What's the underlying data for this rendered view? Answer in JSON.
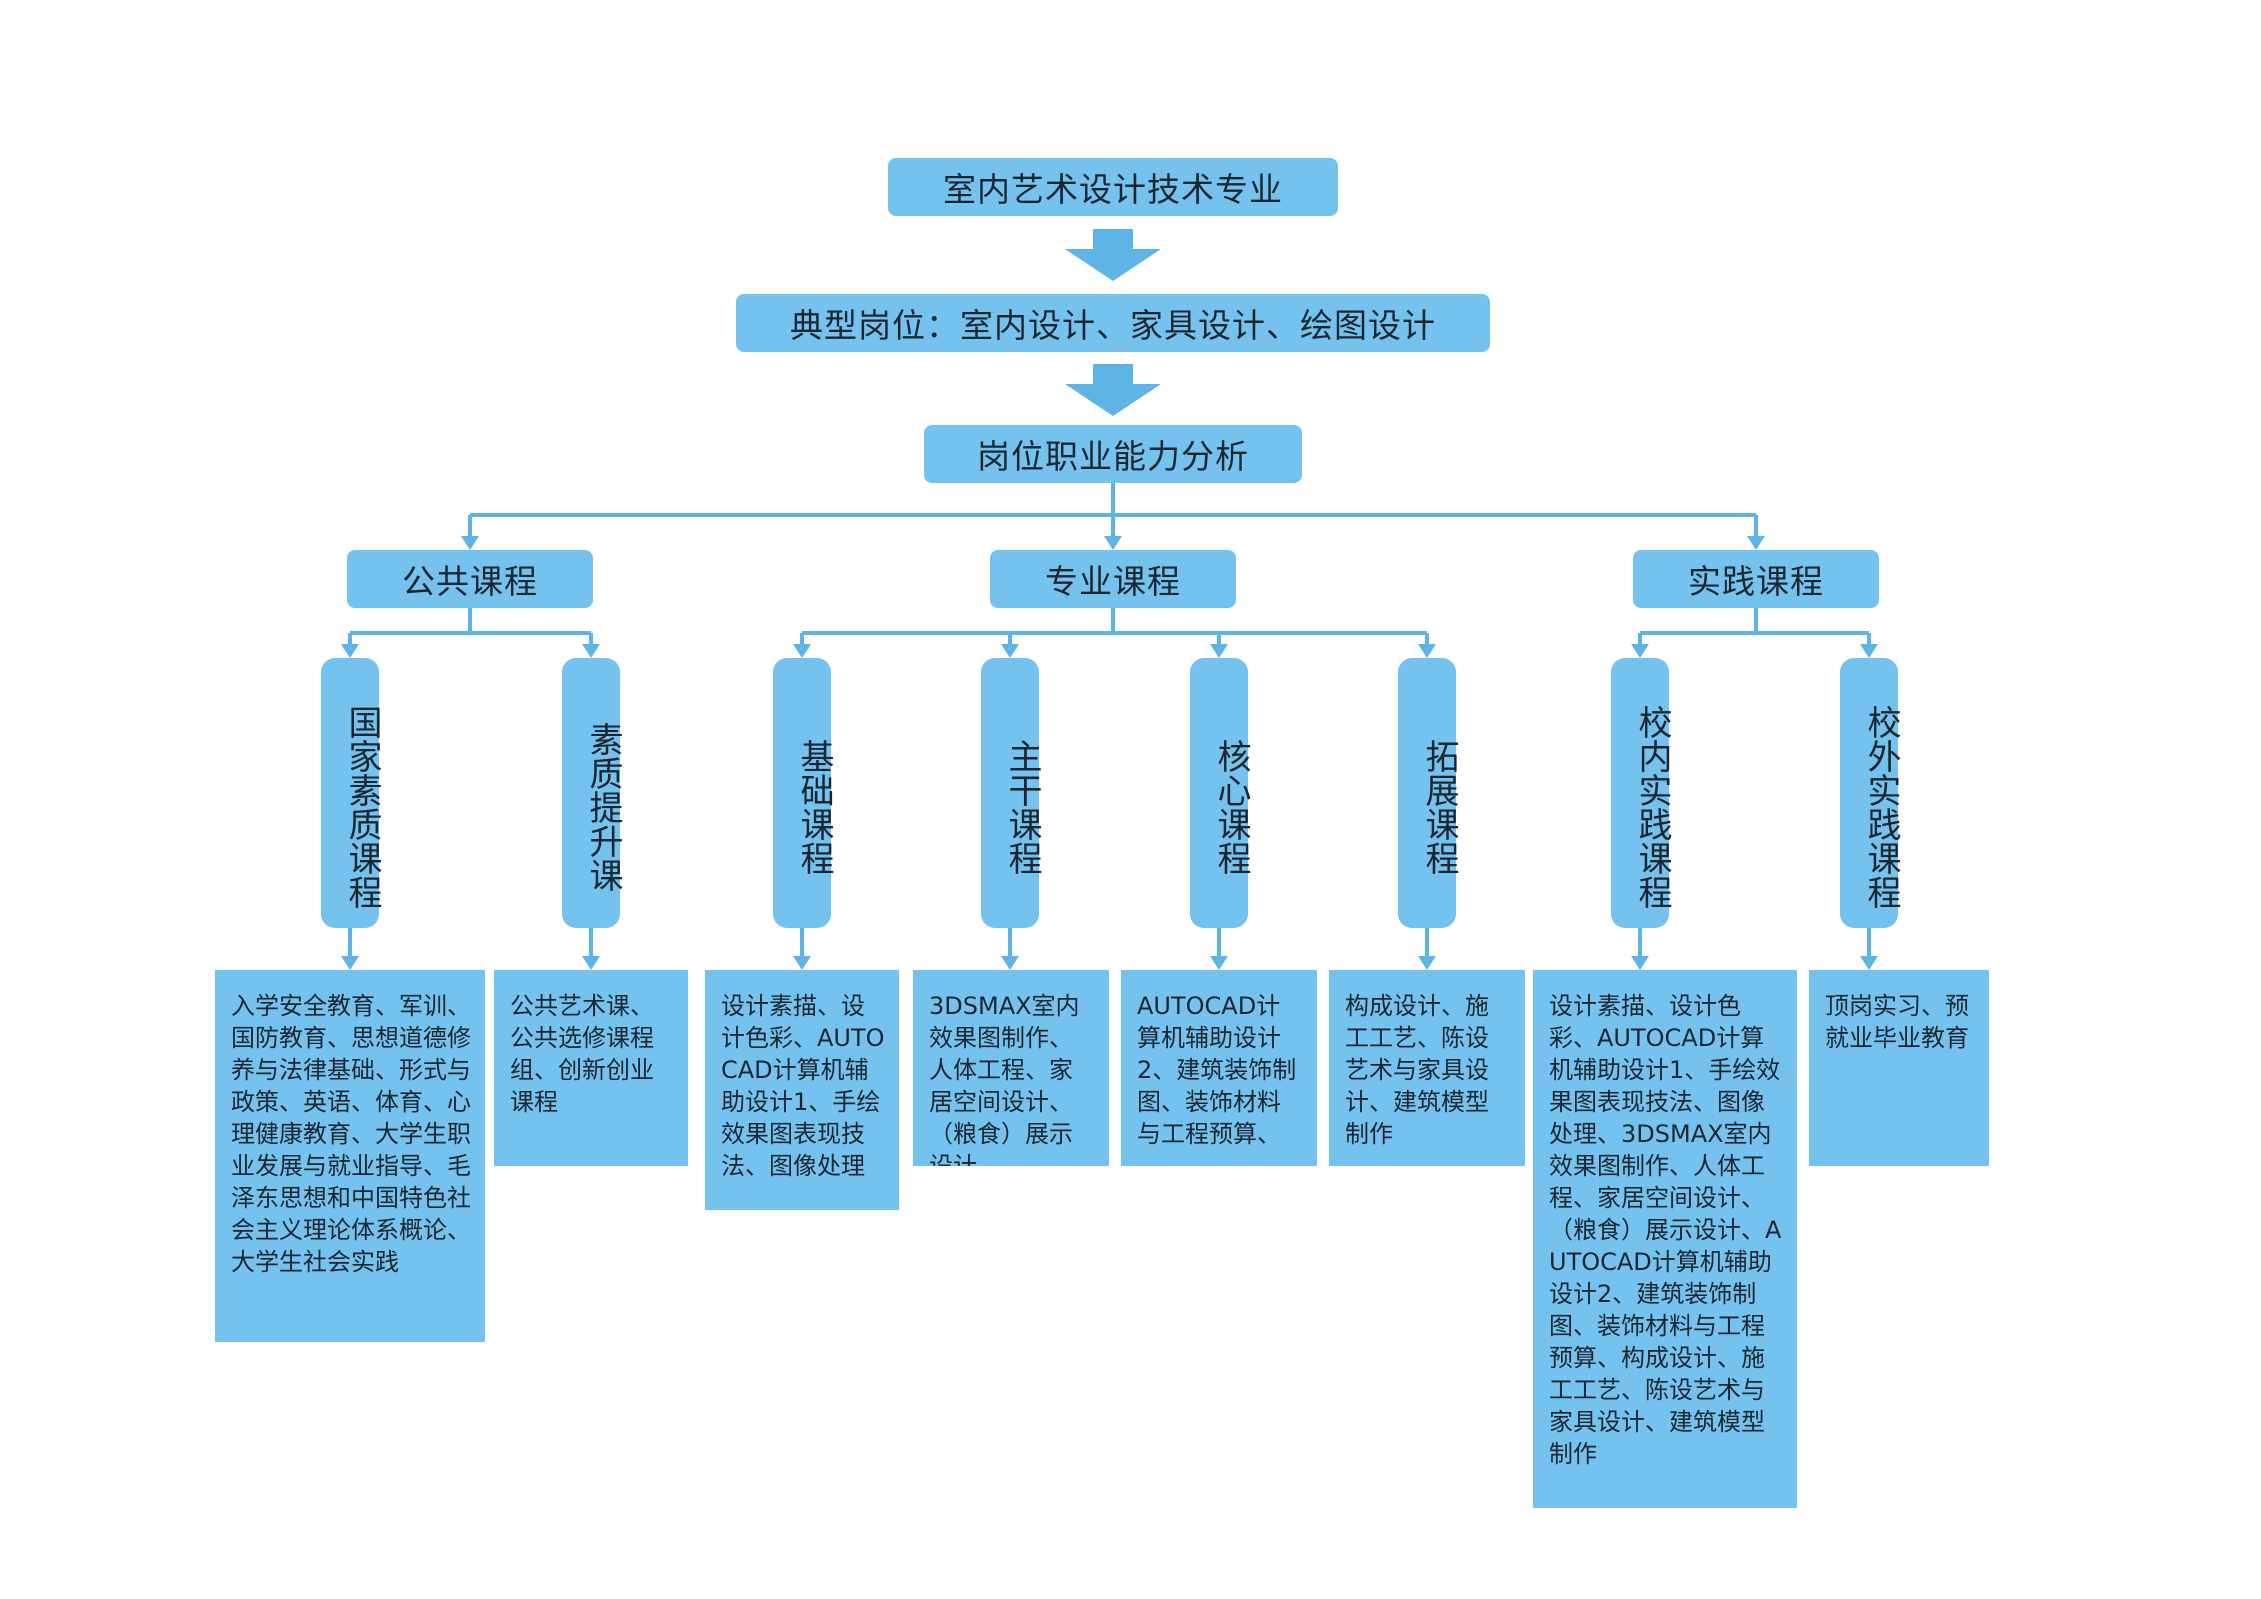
{
  "title": "室内艺术设计技术专业",
  "positions": "典型岗位：室内设计、家具设计、绘图设计",
  "analysis": "岗位职业能力分析",
  "categories": [
    {
      "label": "公共课程",
      "subs": [
        {
          "label": "国家素质课程",
          "desc": "入学安全教育、军训、国防教育、思想道德修养与法律基础、形式与政策、英语、体育、心理健康教育、大学生职业发展与就业指导、毛泽东思想和中国特色社会主义理论体系概论、大学生社会实践"
        },
        {
          "label": "素质提升课",
          "desc": "公共艺术课、公共选修课程组、创新创业课程"
        }
      ]
    },
    {
      "label": "专业课程",
      "subs": [
        {
          "label": "基础课程",
          "desc": "设计素描、设计色彩、AUTOCAD计算机辅助设计1、手绘效果图表现技法、图像处理"
        },
        {
          "label": "主干课程",
          "desc": "3DSMAX室内效果图制作、人体工程、家居空间设计、（粮食）展示设计"
        },
        {
          "label": "核心课程",
          "desc": "AUTOCAD计算机辅助设计2、建筑装饰制图、装饰材料与工程预算、"
        },
        {
          "label": "拓展课程",
          "desc": "构成设计、施工工艺、陈设艺术与家具设计、建筑模型制作"
        }
      ]
    },
    {
      "label": "实践课程",
      "subs": [
        {
          "label": "校内实践课程",
          "desc": "设计素描、设计色彩、AUTOCAD计算机辅助设计1、手绘效果图表现技法、图像处理、3DSMAX室内效果图制作、人体工程、家居空间设计、（粮食）展示设计、AUTOCAD计算机辅助设计2、建筑装饰制图、装饰材料与工程预算、构成设计、施工工艺、陈设艺术与家具设计、建筑模型制作"
        },
        {
          "label": "校外实践课程",
          "desc": "顶岗实习、预就业毕业教育"
        }
      ]
    }
  ],
  "colors": {
    "box": "#75c2ee",
    "line": "#5fb4e6",
    "text": "#1a2730"
  }
}
